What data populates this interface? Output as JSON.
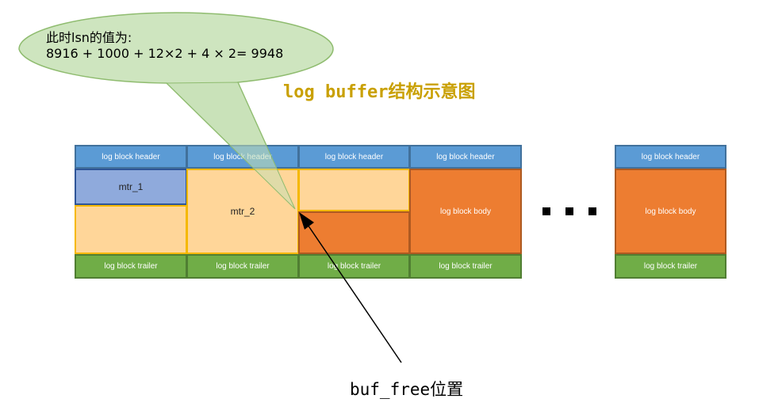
{
  "title": "log buffer结构示意图",
  "bubble": {
    "line1": "此时lsn的值为:",
    "line2": "8916 + 1000 + 12×2 + 4 × 2= 9948"
  },
  "blocks": {
    "header_label": "log block header",
    "trailer_label": "log block trailer",
    "body_label": "log block body"
  },
  "mtr": {
    "mtr_1": "mtr_1",
    "mtr_2": "mtr_2"
  },
  "pointer_label": "buf_free位置",
  "colors": {
    "header": "#5b9bd5",
    "trailer": "#70ad47",
    "body": "#ed7d31",
    "mtr_fill": "#ffd699",
    "mtr_1_fill": "#8faadc",
    "bubble": "#c5e0b4",
    "title": "#c9a000"
  }
}
